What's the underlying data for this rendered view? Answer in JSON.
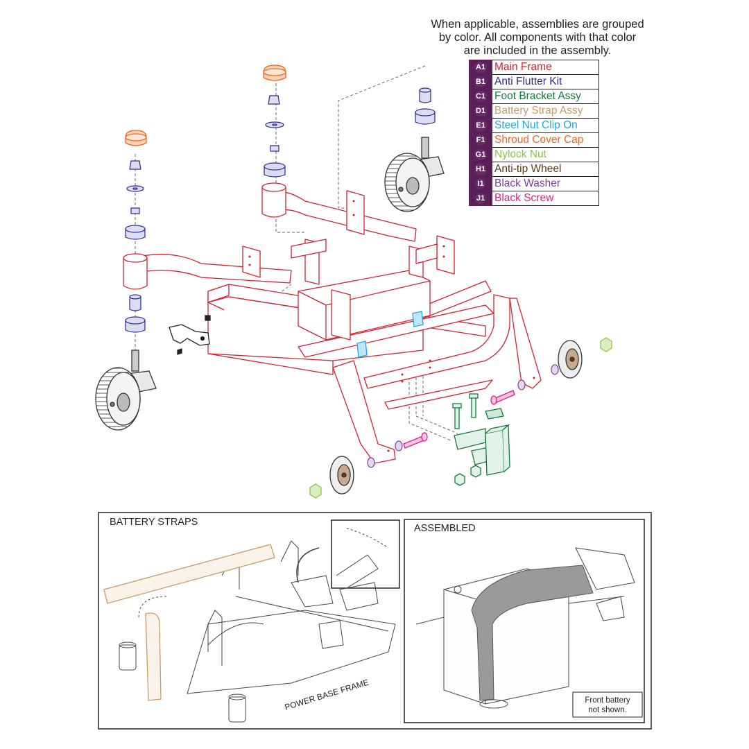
{
  "note": {
    "line1": "When applicable, assemblies are grouped",
    "line2": "by color. All components with that color",
    "line3": "are included in the assembly."
  },
  "legend": [
    {
      "code": "A1",
      "label": "Main Frame",
      "color": "#d4202e"
    },
    {
      "code": "B1",
      "label": "Anti Flutter Kit",
      "color": "#2d2a8c"
    },
    {
      "code": "C1",
      "label": "Foot Bracket Assy",
      "color": "#0f7a3c"
    },
    {
      "code": "D1",
      "label": "Battery Strap Assy",
      "color": "#c89a66"
    },
    {
      "code": "E1",
      "label": "Steel Nut Clip On",
      "color": "#1ea8e0"
    },
    {
      "code": "F1",
      "label": "Shroud Cover Cap",
      "color": "#f26522"
    },
    {
      "code": "G1",
      "label": "Nylock Nut",
      "color": "#8cc63f"
    },
    {
      "code": "H1",
      "label": "Anti-tip Wheel",
      "color": "#603913"
    },
    {
      "code": "I1",
      "label": "Black Washer",
      "color": "#7b3fa0"
    },
    {
      "code": "J1",
      "label": "Black Screw",
      "color": "#e6198c"
    }
  ],
  "panels": {
    "battery_straps": "BATTERY STRAPS",
    "assembled": "ASSEMBLED",
    "power_base_frame": "POWER BASE FRAME",
    "front_battery_line1": "Front battery",
    "front_battery_line2": "not shown."
  }
}
